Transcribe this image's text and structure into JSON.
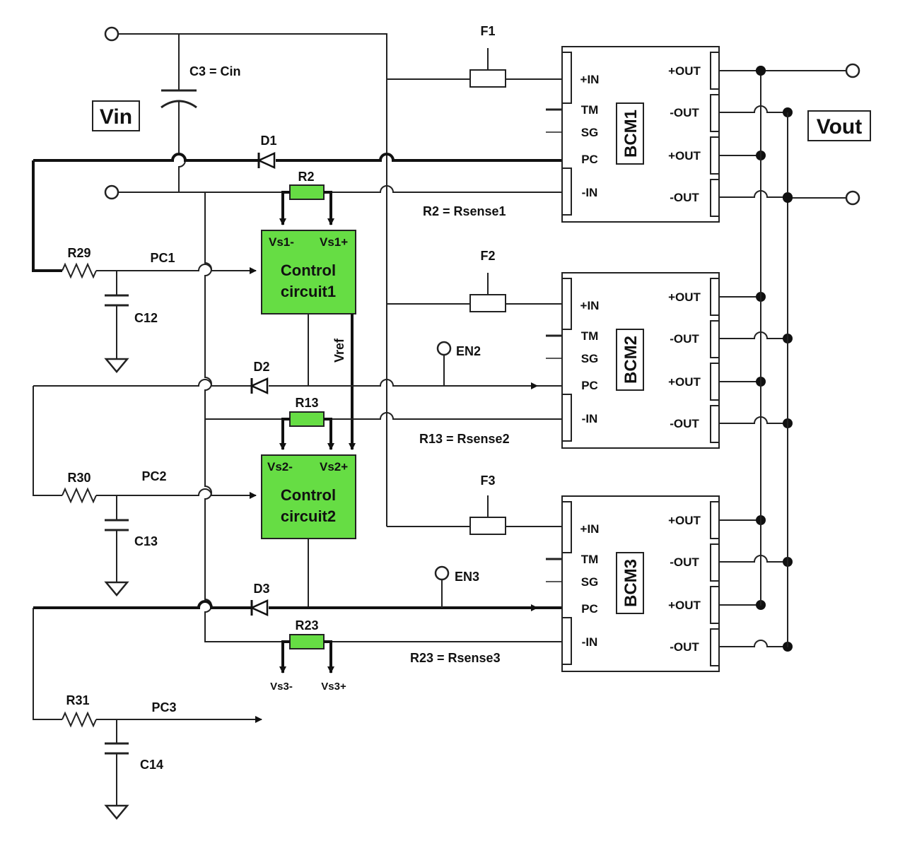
{
  "labels": {
    "vin": "Vin",
    "vout": "Vout",
    "c3": "C3 = Cin",
    "f1": "F1",
    "f2": "F2",
    "f3": "F3",
    "d1": "D1",
    "d2": "D2",
    "d3": "D3",
    "r2": "R2",
    "r13": "R13",
    "r23": "R23",
    "r29": "R29",
    "r30": "R30",
    "r31": "R31",
    "c12": "C12",
    "c13": "C13",
    "c14": "C14",
    "pc1": "PC1",
    "pc2": "PC2",
    "pc3": "PC3",
    "en2": "EN2",
    "en3": "EN3",
    "vref": "Vref",
    "rsense1": "R2 = Rsense1",
    "rsense2": "R13 = Rsense2",
    "rsense3": "R23 = Rsense3",
    "vs3minus": "Vs3-",
    "vs3plus": "Vs3+"
  },
  "control_circuits": [
    {
      "name": "Control circuit1",
      "line1": "Control",
      "line2": "circuit1",
      "vs_minus": "Vs1-",
      "vs_plus": "Vs1+"
    },
    {
      "name": "Control circuit2",
      "line1": "Control",
      "line2": "circuit2",
      "vs_minus": "Vs2-",
      "vs_plus": "Vs2+"
    }
  ],
  "bcm_modules": [
    {
      "name": "BCM1",
      "in_pins": [
        "+IN",
        "TM",
        "SG",
        "PC",
        "-IN"
      ],
      "out_pins": [
        "+OUT",
        "-OUT",
        "+OUT",
        "-OUT"
      ]
    },
    {
      "name": "BCM2",
      "in_pins": [
        "+IN",
        "TM",
        "SG",
        "PC",
        "-IN"
      ],
      "out_pins": [
        "+OUT",
        "-OUT",
        "+OUT",
        "-OUT"
      ]
    },
    {
      "name": "BCM3",
      "in_pins": [
        "+IN",
        "TM",
        "SG",
        "PC",
        "-IN"
      ],
      "out_pins": [
        "+OUT",
        "-OUT",
        "+OUT",
        "-OUT"
      ]
    }
  ],
  "colors": {
    "control_fill": "#66dd44",
    "sense_resistor_fill": "#66dd44",
    "wire": "#222222"
  }
}
